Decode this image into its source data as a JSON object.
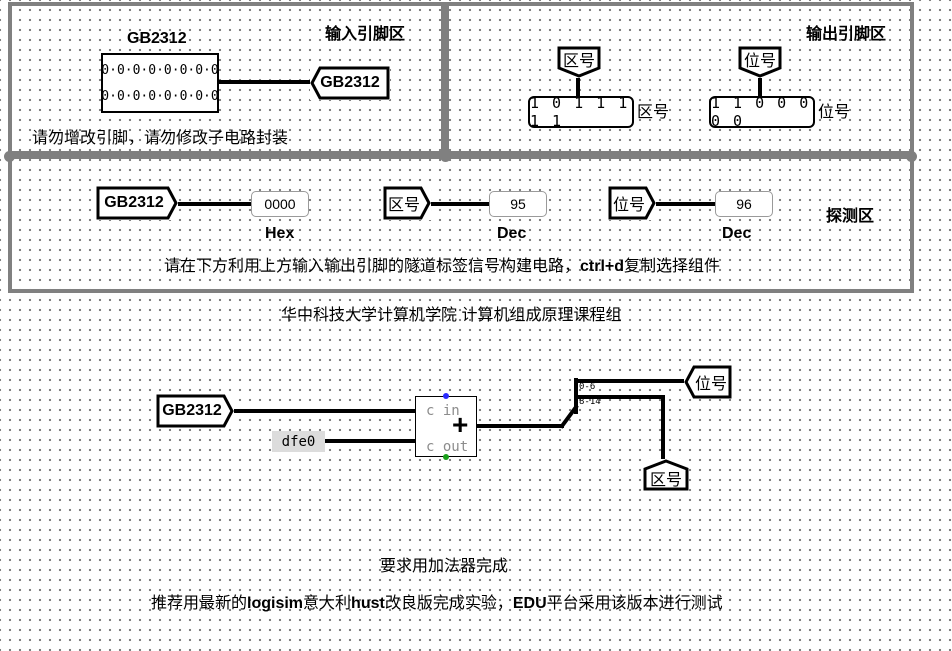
{
  "regions": {
    "input_title": "输入引脚区",
    "input_note": "请勿增改引脚，请勿修改子电路封装",
    "output_title": "输出引脚区",
    "probe_title": "探测区",
    "probe_note_prefix": "请在下方利用上方输入输出引脚的隧道标签信号构建电路，",
    "probe_note_key": "ctrl+d",
    "probe_note_suffix": "复制选择组件"
  },
  "input_pin": {
    "name": "GB2312",
    "row1": "0·0·0·0·0·0·0·0",
    "row2": "0·0·0·0·0·0·0·0",
    "tunnel": "GB2312"
  },
  "output_pins": {
    "qu": {
      "tunnel": "区号",
      "value": "1011111",
      "label": "区号"
    },
    "wei": {
      "tunnel": "位号",
      "value": "1100000",
      "label": "位号"
    }
  },
  "probes": [
    {
      "tunnel": "GB2312",
      "value": "0000",
      "radix": "Hex"
    },
    {
      "tunnel": "区号",
      "value": "95",
      "radix": "Dec"
    },
    {
      "tunnel": "位号",
      "value": "96",
      "radix": "Dec"
    }
  ],
  "credit": "华中科技大学计算机学院 计算机组成原理课程组",
  "circuit": {
    "input_tunnel": "GB2312",
    "constant": "dfe0",
    "adder_in_label": "c in",
    "adder_out_label": "c out",
    "adder_plus": "+",
    "split_low": "0-6",
    "split_high": "8-14",
    "out_wei": "位号",
    "out_qu": "区号"
  },
  "footer": {
    "line1": "要求用加法器完成",
    "line2_a": "推荐用最新的",
    "line2_b": "logisim",
    "line2_c": "意大利",
    "line2_d": "hust",
    "line2_e": "改良版完成实验，",
    "line2_f": "EDU",
    "line2_g": "平台采用该版本进行测试"
  },
  "colors": {
    "frame": "#808080",
    "wire": "#000000",
    "const_bg": "#dcdcdc",
    "port_blue": "#2b2bff",
    "port_green": "#1aa01a"
  }
}
